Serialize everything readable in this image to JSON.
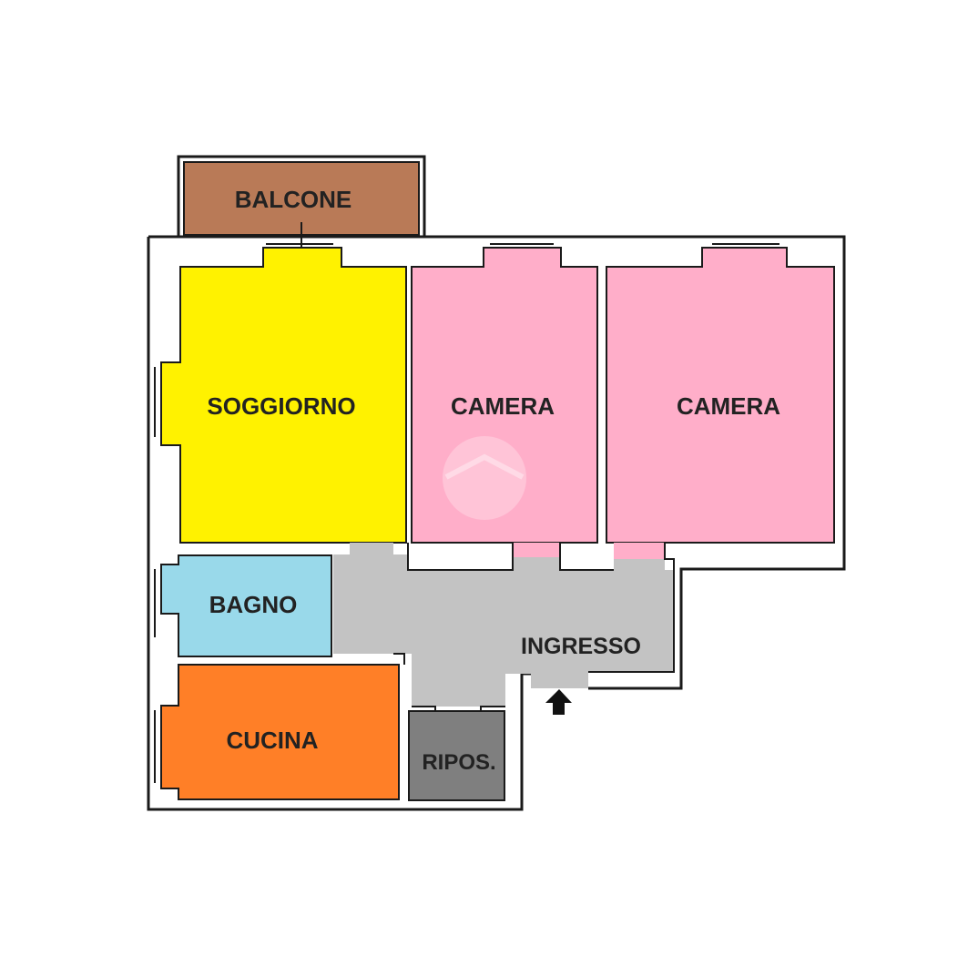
{
  "colors": {
    "balcone": "#B97A57",
    "soggiorno": "#FFF200",
    "camera": "#FFAEC9",
    "bagno": "#99D9EA",
    "cucina": "#FF7F27",
    "ingresso": "#C3C3C3",
    "ripos": "#7F7F7F",
    "wall": "#1A1A1A",
    "text": "#222222"
  },
  "rooms": {
    "balcone": "BALCONE",
    "soggiorno": "SOGGIORNO",
    "camera_1": "CAMERA",
    "camera_2": "CAMERA",
    "bagno": "BAGNO",
    "ingresso": "INGRESSO",
    "cucina": "CUCINA",
    "ripos": "RIPOS."
  },
  "icons": {
    "entrance": "arrow-up-icon",
    "watermark": "watermark-logo"
  }
}
